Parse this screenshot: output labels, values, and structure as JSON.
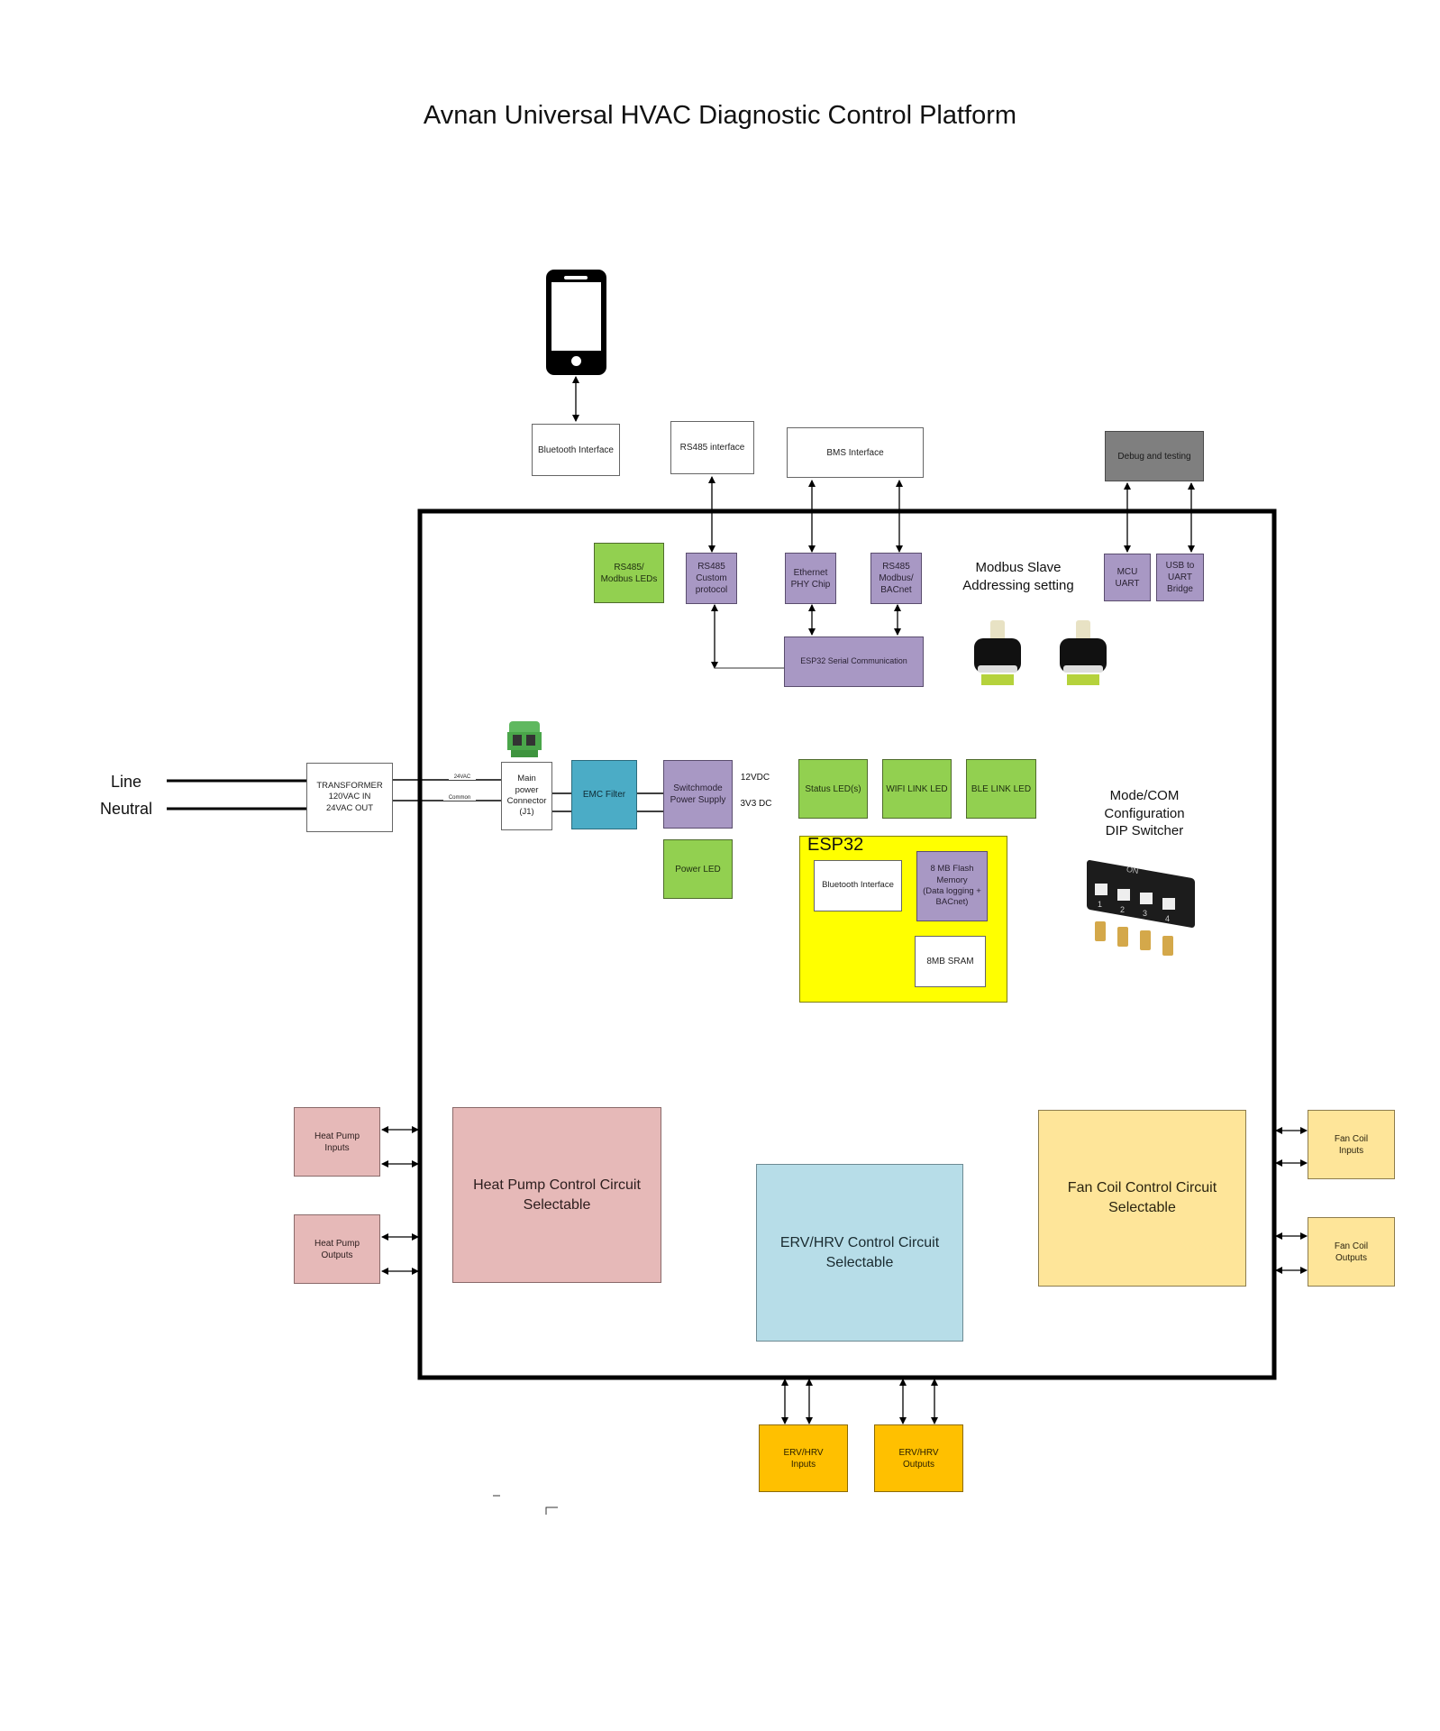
{
  "title": "Avnan Universal HVAC Diagnostic Control Platform",
  "external": {
    "phone_icon": "smartphone-icon",
    "bluetooth_interface": "Bluetooth Interface",
    "rs485_interface": "RS485 interface",
    "bms_interface": "BMS Interface",
    "debug_testing": "Debug and testing",
    "line": "Line",
    "neutral": "Neutral",
    "transformer": "TRANSFORMER\n120VAC IN\n24VAC OUT"
  },
  "communication": {
    "rs485_leds": "RS485/\nModbus LEDs",
    "rs485_custom": "RS485\nCustom\nprotocol",
    "ethernet_phy": "Ethernet\nPHY Chip",
    "rs485_modbus": "RS485\nModbus/\nBACnet",
    "esp32_serial": "ESP32 Serial Communication",
    "mcu_uart": "MCU\nUART",
    "usb_uart": "USB to\nUART\nBridge",
    "modbus_slave_label": "Modbus Slave\nAddressing setting",
    "rotary_switch_icon": "rotary-switch-icon"
  },
  "power": {
    "wire_24vac": "24VAC",
    "wire_common": "Common",
    "main_connector": "Main\npower\nConnector\n(J1)",
    "terminal_block_icon": "terminal-block-icon",
    "emc_filter": "EMC Filter",
    "smps": "Switchmode\nPower Supply",
    "v12": "12VDC",
    "v3v3": "3V3 DC",
    "power_led": "Power LED"
  },
  "leds": {
    "status": "Status LED(s)",
    "wifi": "WIFI LINK LED",
    "ble": "BLE LINK LED"
  },
  "esp32": {
    "title": "ESP32",
    "bluetooth": "Bluetooth Interface",
    "flash": "8 MB Flash\nMemory\n(Data logging +\nBACnet)",
    "sram": "8MB SRAM"
  },
  "dip": {
    "label": "Mode/COM\nConfiguration\nDIP Switcher",
    "icon": "dip-switch-icon",
    "on_label": "ON",
    "positions": [
      "1",
      "2",
      "3",
      "4"
    ]
  },
  "circuits": {
    "heat_pump": "Heat Pump Control Circuit\nSelectable",
    "erv_hrv": "ERV/HRV Control Circuit\nSelectable",
    "fan_coil": "Fan Coil Control Circuit\nSelectable"
  },
  "io": {
    "hp_inputs": "Heat Pump\nInputs",
    "hp_outputs": "Heat Pump\nOutputs",
    "fc_inputs": "Fan Coil\nInputs",
    "fc_outputs": "Fan Coil\nOutputs",
    "erv_inputs": "ERV/HRV\nInputs",
    "erv_outputs": "ERV/HRV\nOutputs"
  },
  "colors": {
    "communication": "#a898c4",
    "led": "#92d050",
    "emc": "#4bacc6",
    "esp32": "#ffff00",
    "heat_pump": "#e6b9b8",
    "erv_hrv": "#b7dde8",
    "fan_coil": "#fee599",
    "erv_io": "#ffc000",
    "debug": "#7f7f7f"
  }
}
